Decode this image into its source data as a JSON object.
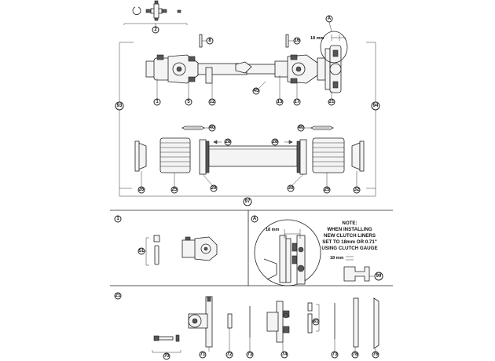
{
  "callouts": {
    "c2": "2",
    "c8": "8",
    "c16": "16",
    "cA_top": "A",
    "c93": "93",
    "c94": "94",
    "c1": "1",
    "c5": "5",
    "c12": "12",
    "c45": "45",
    "c13": "13",
    "c17": "17",
    "c21": "21",
    "c40a": "40",
    "c40b": "40",
    "c28a": "28",
    "c28b": "28",
    "c26": "26",
    "c25a": "25",
    "c29": "29",
    "c30": "30",
    "c25b": "25",
    "c32": "32",
    "c97": "97",
    "p1": "1",
    "c51": "51",
    "pA": "A",
    "c99": "99",
    "p21": "21",
    "c70": "70",
    "c71": "71",
    "c72": "72",
    "c73a": "73",
    "c74": "74",
    "c81": "81",
    "c73b": "73",
    "c78": "78",
    "c76": "76"
  },
  "dimensions": {
    "top_detail": "18 mm",
    "panel_a_top": "18 mm",
    "panel_a_side": "18 mm"
  },
  "note": {
    "line1": "NOTE:",
    "line2": "WHEN INSTALLING",
    "line3": "NEW CLUTCH LINERS",
    "line4": "SET TO 18mm OR 0.71\"",
    "line5": "USING CLUTCH GAUGE"
  }
}
